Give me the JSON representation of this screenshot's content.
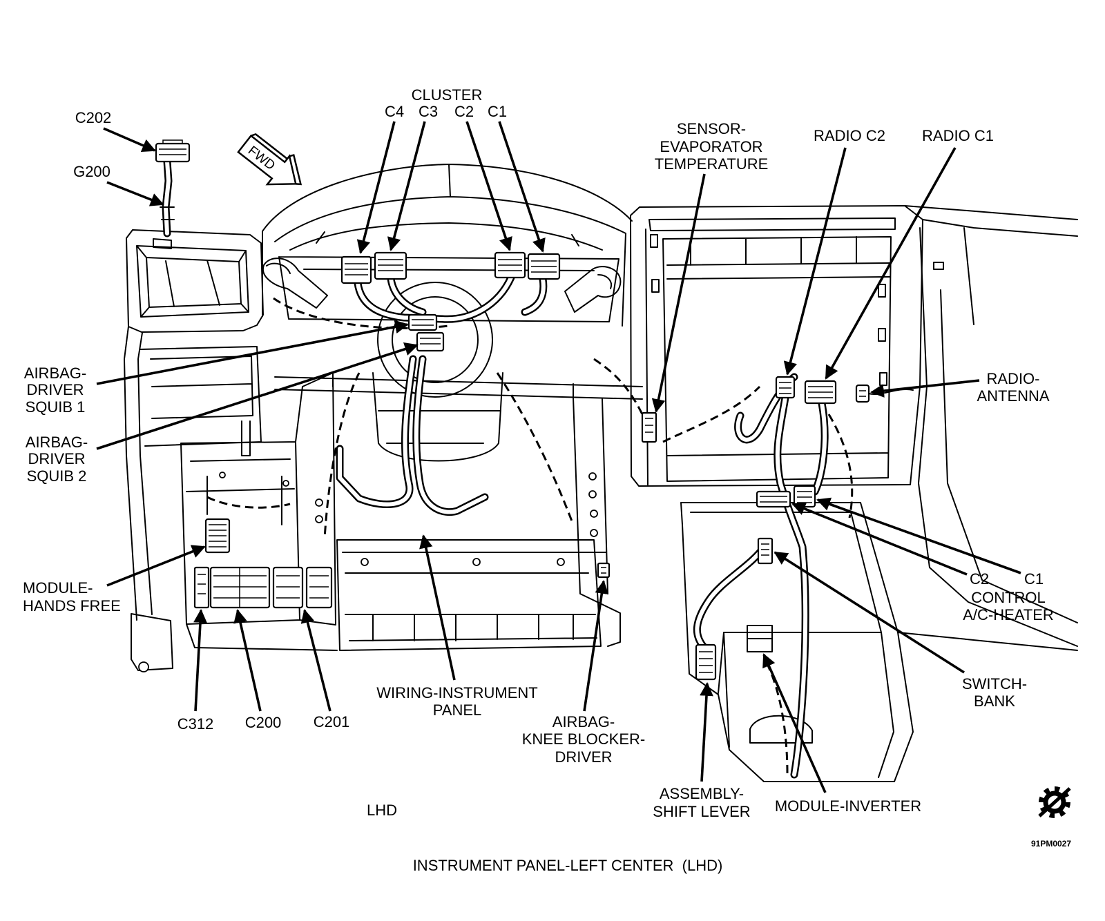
{
  "diagram": {
    "title": "INSTRUMENT PANEL-LEFT CENTER  (LHD)",
    "variant_label": "LHD",
    "figure_id": "91PM0027",
    "direction_marker": "FWD"
  },
  "labels": {
    "cluster": {
      "title": "CLUSTER",
      "connectors": [
        "C4",
        "C3",
        "C2",
        "C1"
      ]
    },
    "c202": "C202",
    "g200": "G200",
    "sensor_evaporator_temperature": [
      "SENSOR-",
      "EVAPORATOR",
      "TEMPERATURE"
    ],
    "radio_c2": "RADIO C2",
    "radio_c1": "RADIO C1",
    "airbag_driver_squib_1": [
      "AIRBAG-",
      "DRIVER",
      "SQUIB 1"
    ],
    "airbag_driver_squib_2": [
      "AIRBAG-",
      "DRIVER",
      "SQUIB 2"
    ],
    "radio_antenna": [
      "RADIO-",
      "ANTENNA"
    ],
    "module_hands_free": [
      "MODULE-",
      "HANDS FREE"
    ],
    "control_ac_heater": {
      "connectors": [
        "C2",
        "C1"
      ],
      "name": [
        "CONTROL",
        "A/C-HEATER"
      ]
    },
    "switch_bank": [
      "SWITCH-",
      "BANK"
    ],
    "c312": "C312",
    "c200": "C200",
    "c201": "C201",
    "wiring_instrument_panel": [
      "WIRING-INSTRUMENT",
      "PANEL"
    ],
    "airbag_knee_blocker_driver": [
      "AIRBAG-",
      "KNEE BLOCKER-",
      "DRIVER"
    ],
    "assembly_shift_lever": [
      "ASSEMBLY-",
      "SHIFT LEVER"
    ],
    "module_inverter": "MODULE-INVERTER"
  },
  "colors": {
    "line": "#000000",
    "background": "#ffffff"
  }
}
